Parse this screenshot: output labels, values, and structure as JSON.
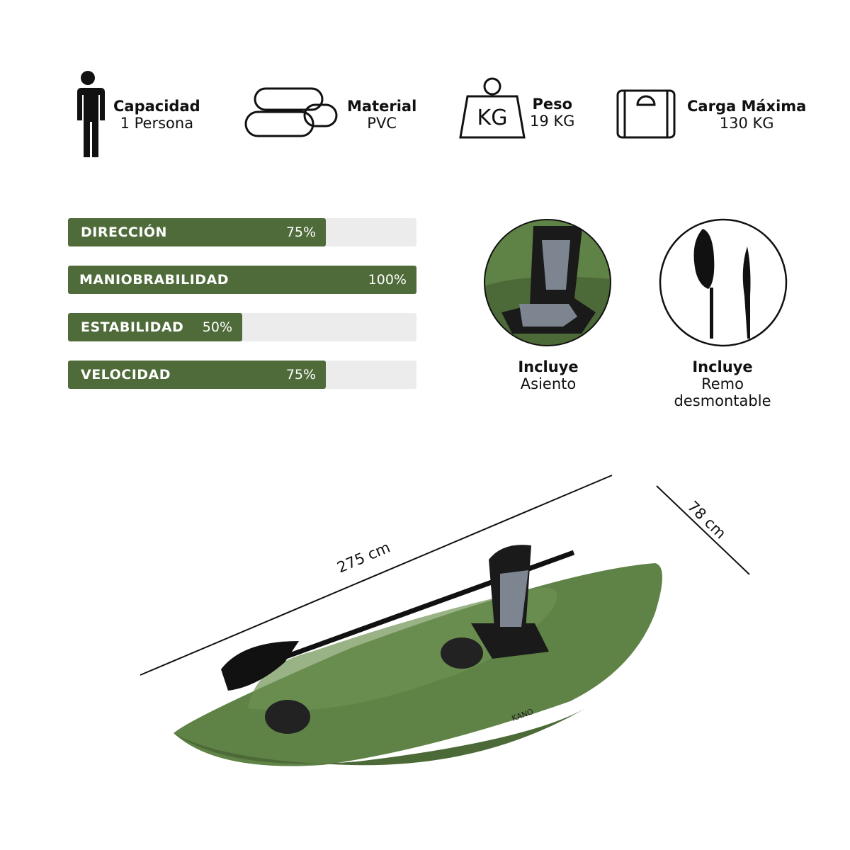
{
  "specs": [
    {
      "icon": "person-icon",
      "title": "Capacidad",
      "value": "1 Persona"
    },
    {
      "icon": "pipes-icon",
      "title": "Material",
      "value": "PVC"
    },
    {
      "icon": "weight-icon",
      "icon_text": "KG",
      "title": "Peso",
      "value": "19 KG"
    },
    {
      "icon": "scale-icon",
      "title": "Carga Máxima",
      "value": "130 KG"
    }
  ],
  "ratings": [
    {
      "label": "DIRECCIÓN",
      "percent_text": "75%",
      "percent": 75
    },
    {
      "label": "MANIOBRABILIDAD",
      "percent_text": "100%",
      "percent": 100
    },
    {
      "label": "ESTABILIDAD",
      "percent_text": "50%",
      "percent": 50
    },
    {
      "label": "VELOCIDAD",
      "percent_text": "75%",
      "percent": 75
    }
  ],
  "includes": [
    {
      "title": "Incluye",
      "lines": [
        "Asiento"
      ]
    },
    {
      "title": "Incluye",
      "lines": [
        "Remo",
        "desmontable"
      ]
    }
  ],
  "dimensions": {
    "length": "275 cm",
    "width": "78 cm"
  },
  "kayak_brand": "KANO",
  "colors": {
    "bar": "#4f6b39",
    "track": "#ececec",
    "kayak": "#5f8246"
  }
}
